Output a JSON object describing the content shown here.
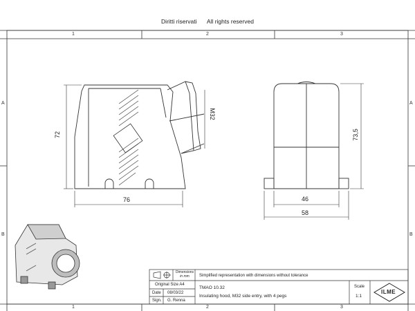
{
  "header": {
    "rights_it": "Diritti riservati",
    "rights_en": "All rights reserved"
  },
  "zones": {
    "columns": [
      "1",
      "2",
      "3"
    ],
    "rows": [
      "A",
      "B"
    ]
  },
  "dimensions": {
    "height_side": "72",
    "width_side": "76",
    "entry": "M32",
    "height_front": "73,5",
    "width_front_inner": "46",
    "width_front_outer": "58"
  },
  "title_block": {
    "dimensions_label": "Dimensions",
    "dimensions_unit": "in mm",
    "note": "Simplified representation with dimensions without tolerance",
    "original_size_label": "Original Size A4",
    "date_label": "Date",
    "date_value": "08/03/22",
    "sign_label": "Sign.",
    "sign_value": "G. Renna",
    "part_code": "TMAO 10.32",
    "description": "Insulating hood, M32 side entry, with 4 pegs",
    "scale_label": "Scale",
    "scale_value": "1:1",
    "logo_text": "ILME"
  }
}
